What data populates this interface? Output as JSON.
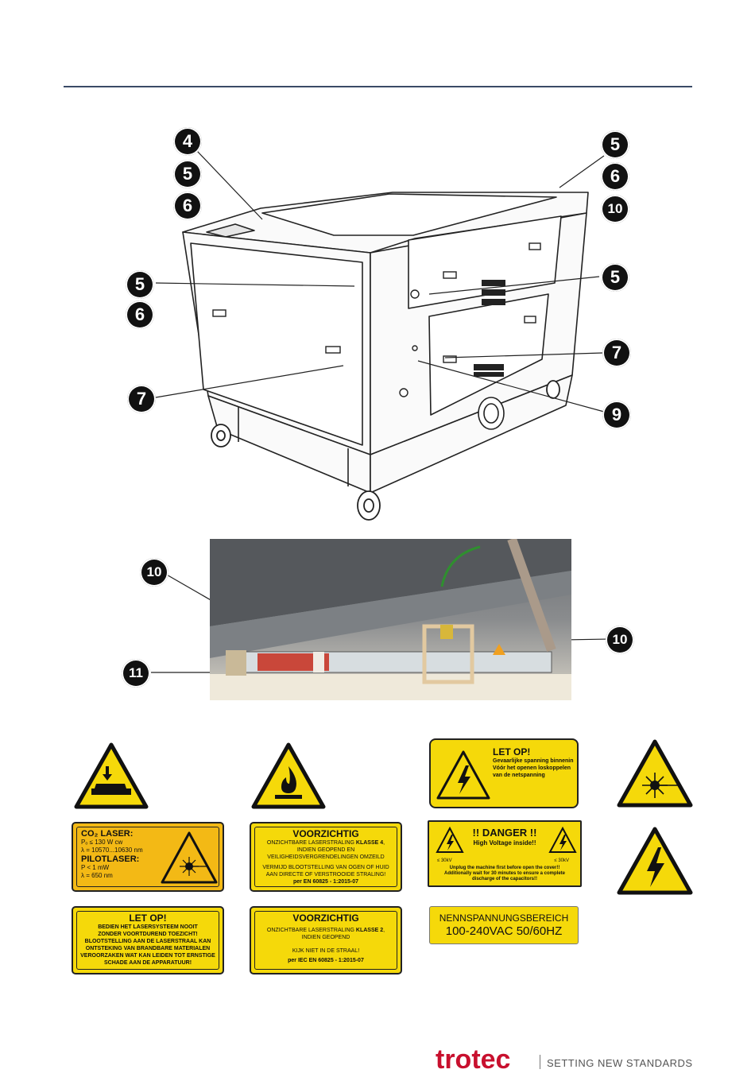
{
  "callouts": {
    "top_left": [
      "4",
      "5",
      "6"
    ],
    "top_right": [
      "5",
      "6",
      "10"
    ],
    "mid_left": [
      "5",
      "6"
    ],
    "mid_right": "5",
    "front_bottom": "7",
    "side_seven": "7",
    "side_nine": "9"
  },
  "photo_callouts": {
    "left_top": "10",
    "left_bottom": "11",
    "right": "10"
  },
  "labels": {
    "co2": {
      "title": "CO₂ LASER:",
      "line1": "Pₒ ≤ 130 W cw",
      "line2": "λ = 10570...10630 nm",
      "pilot": "PILOTLASER:",
      "line3": "P < 1 mW",
      "line4": "λ = 650 nm"
    },
    "letop_big": {
      "title": "LET OP!",
      "lines": [
        "BEDIEN HET LASERSYSTEEM NOOIT",
        "ZONDER VOORTDUREND TOEZICHT!",
        "BLOOTSTELLING AAN DE LASERSTRAAL KAN",
        "ONTSTEKING VAN BRANDBARE MATERIALEN",
        "VEROORZAKEN WAT KAN LEIDEN TOT ERNSTIGE",
        "SCHADE AAN DE APPARATUUR!"
      ]
    },
    "voorzichtig4": {
      "title": "VOORZICHTIG",
      "l1a": "ONZICHTBARE LASERSTRALING ",
      "l1b": "KLASSE 4",
      "l1c": ",",
      "l2": "INDIEN GEOPEND EN",
      "l3": "VEILIGHEIDSVERGRENDELINGEN OMZEILD",
      "l4": "VERMIJD BLOOTSTELLING VAN OGEN OF HUID",
      "l5": "AAN DIRECTE OF VERSTROOIDE STRALING!",
      "l6": "per EN 60825 - 1:2015-07"
    },
    "voorzichtig2": {
      "title": "VOORZICHTIG",
      "l1a": "ONZICHTBARE LASERSTRALING ",
      "l1b": "KLASSE 2",
      "l1c": ",",
      "l2": "INDIEN GEOPEND",
      "l3": "KIJK NIET IN DE STRAAL!",
      "l4": "per IEC EN 60825 - 1:2015-07"
    },
    "letop_voltage": {
      "title": "LET OP!",
      "l1": "Gevaarlijke spanning binnenin",
      "l2": "Vóór het openen loskoppelen",
      "l3": "van de netspanning"
    },
    "danger": {
      "title": "!! DANGER !!",
      "sub": "High Voltage inside!!",
      "kv_left": "≤ 30kV",
      "kv_right": "≤ 30kV",
      "l1": "Unplug the machine first before open the cover!!",
      "l2": "Additionally wait for 30 minutes to ensure a complete",
      "l3": "discharge of the capacitors!!"
    },
    "voltage": {
      "l1": "NENNSPANNUNGSBEREICH",
      "l2": "100-240VAC 50/60HZ"
    }
  },
  "icons": [
    "hand-crush-warning-icon",
    "flammable-warning-icon",
    "laser-radiation-warning-icon",
    "high-voltage-warning-icon"
  ],
  "colors": {
    "warning_yellow": "#f5d90a",
    "brand_red": "#c8102e",
    "rule": "#3a4a66"
  },
  "footer": {
    "brand": "trotec",
    "slogan": "SETTING NEW STANDARDS"
  }
}
